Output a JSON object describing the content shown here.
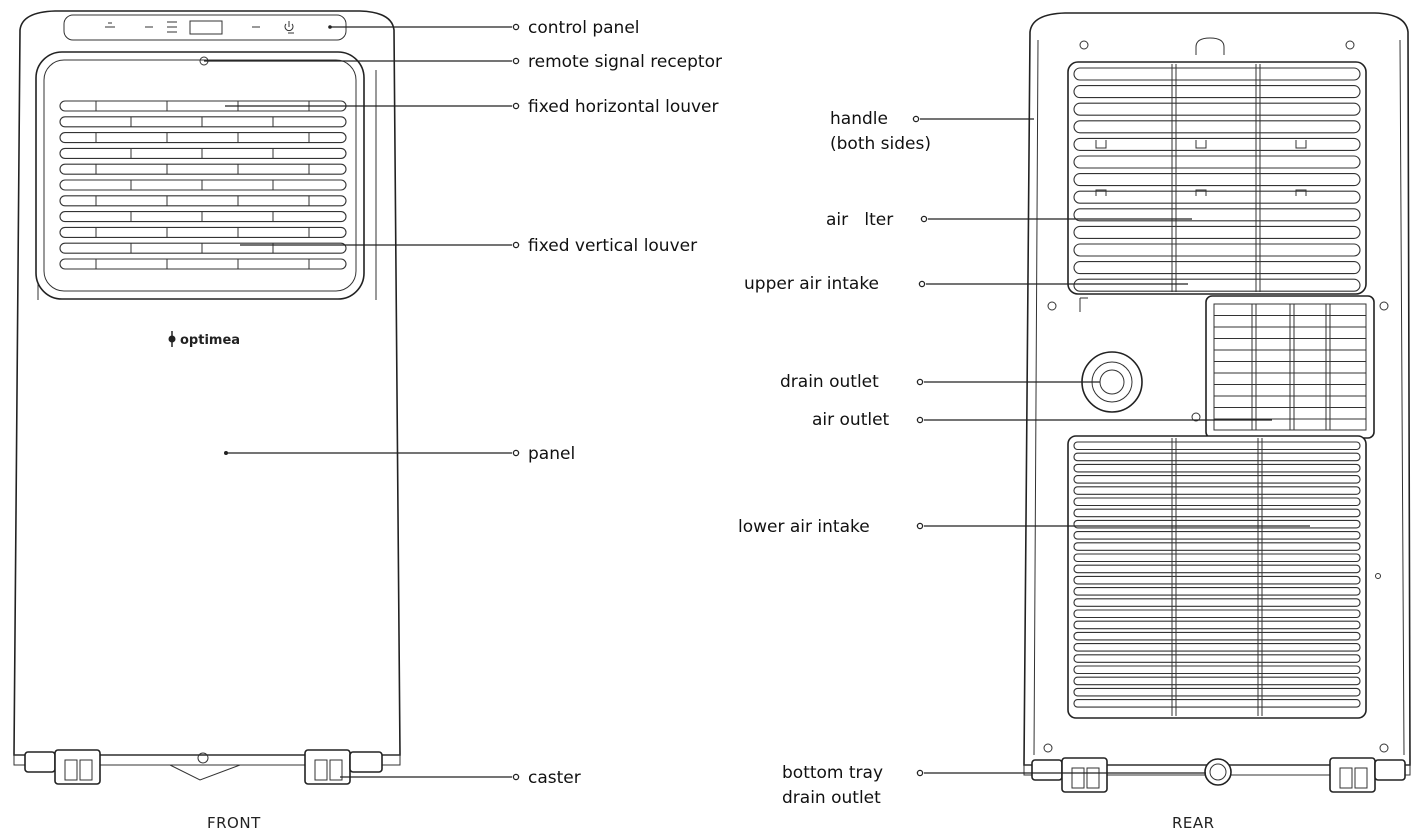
{
  "front": {
    "caption": "FRONT",
    "brand": "optimea",
    "labels": {
      "control_panel": "control panel",
      "remote_signal_receptor": "remote signal receptor",
      "fixed_horizontal_louver": "fixed horizontal louver",
      "fixed_vertical_louver": "fixed vertical louver",
      "panel": "panel",
      "caster": "caster"
    }
  },
  "rear": {
    "caption": "REAR",
    "labels": {
      "handle_line1": "handle",
      "handle_line2": "(both sides)",
      "air_filter": "air   lter",
      "upper_air_intake": "upper air intake",
      "drain_outlet": "drain outlet",
      "air_outlet": "air outlet",
      "lower_air_intake": "lower air intake",
      "bottom_tray_line1": "bottom tray",
      "bottom_tray_line2": "drain outlet"
    }
  }
}
